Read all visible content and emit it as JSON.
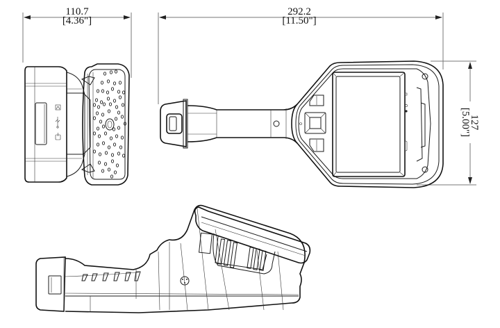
{
  "drawing": {
    "views": [
      "side-view-left",
      "top-view",
      "side-view-profile"
    ],
    "dimensions": {
      "width": {
        "mm": "110.7",
        "inch": "[4.36\"]"
      },
      "length": {
        "mm": "292.2",
        "inch": "[11.50\"]"
      },
      "height": {
        "mm": "127",
        "inch": "[5.00\"]"
      }
    },
    "colors": {
      "line": "#1a1a1a",
      "dimension_line": "#777777",
      "background": "#ffffff"
    }
  }
}
